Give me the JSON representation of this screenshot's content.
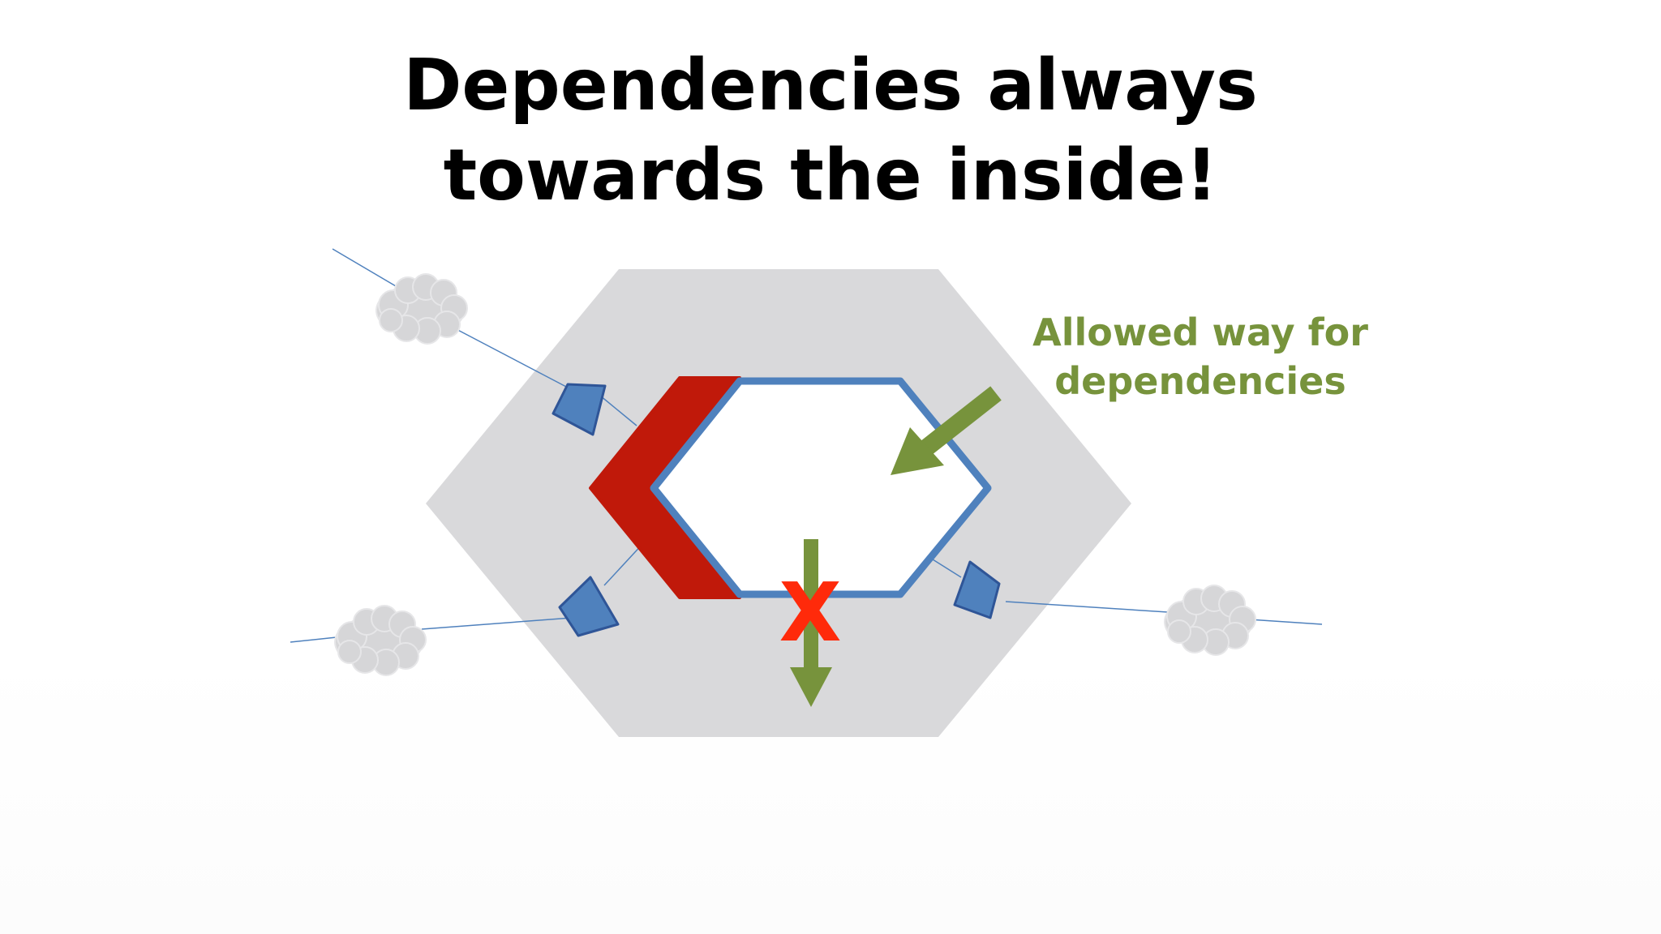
{
  "title": {
    "line1": "Dependencies always",
    "line2": "towards the inside!"
  },
  "callout": {
    "line1": "Allowed way for",
    "line2": "dependencies"
  },
  "forbidden_mark": "X",
  "colors": {
    "outer_hexagon": "#d9d9db",
    "inner_border": "#4f81bd",
    "red_band": "#c0190a",
    "arrow_green": "#77933c",
    "forbidden_red": "#ff2a0a",
    "port_fill": "#4f81bd",
    "port_stroke": "#2f5597",
    "cloud": "#d6d6d8",
    "connector_line": "#4f81bd"
  },
  "icons": [
    "cloud-icon",
    "port-icon",
    "arrow-icon"
  ]
}
